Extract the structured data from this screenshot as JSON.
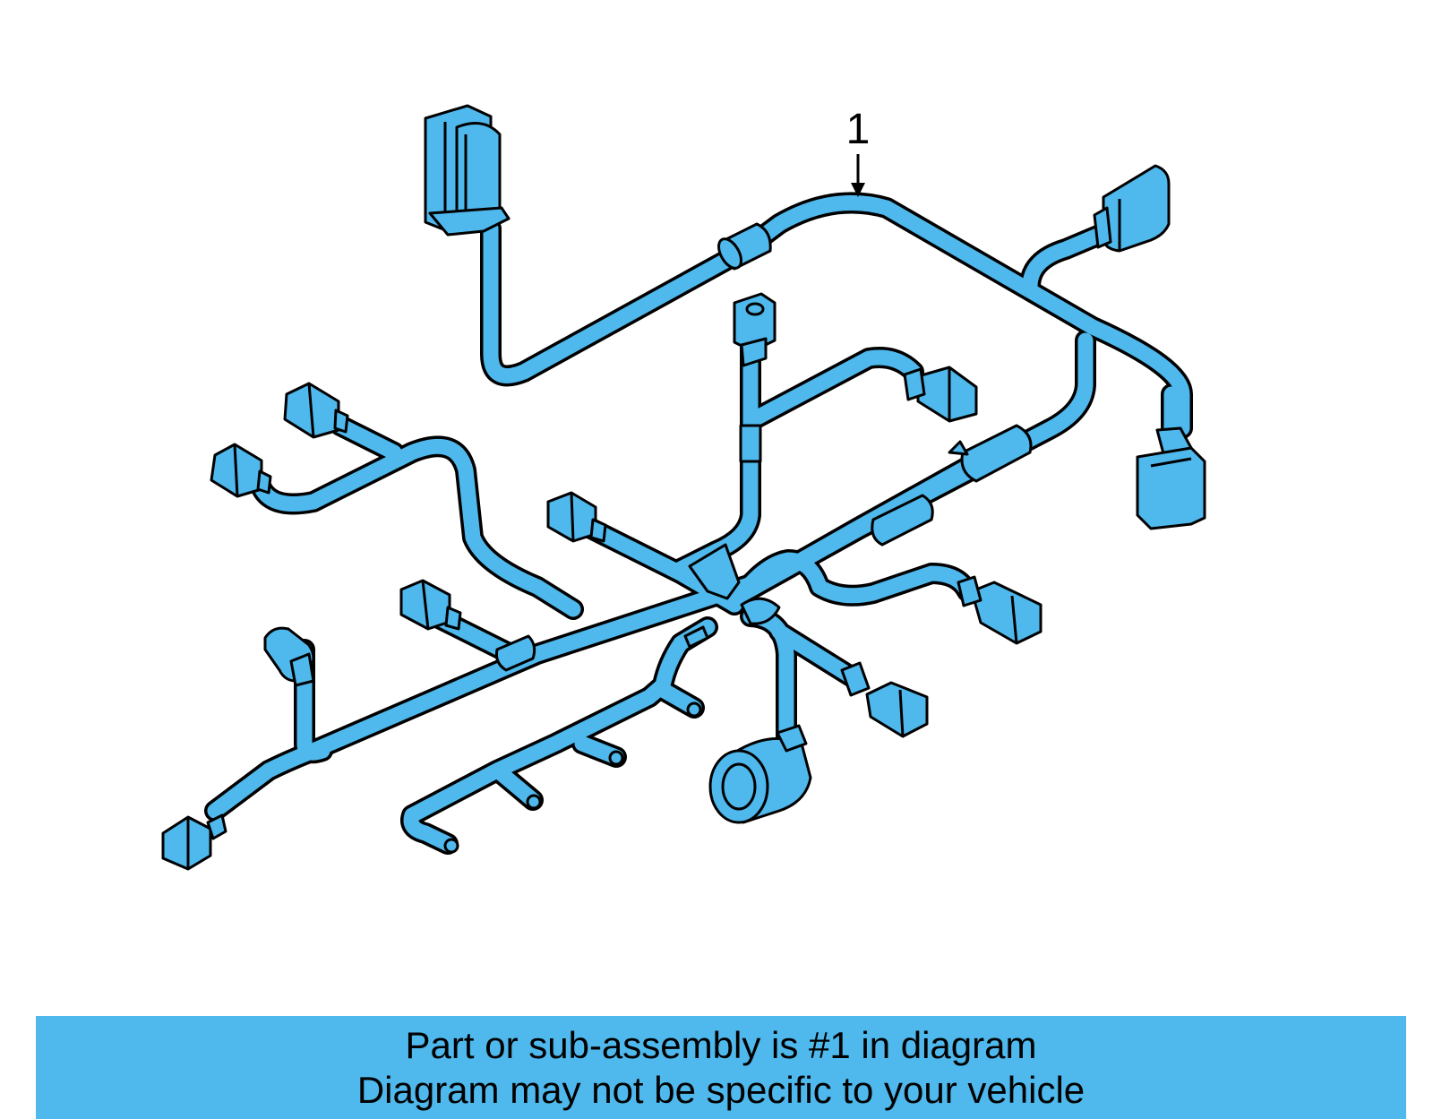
{
  "diagram": {
    "callout_label": "1",
    "fill_color": "#4fb8ec",
    "outline_color": "#000000"
  },
  "banner": {
    "line1": "Part or sub-assembly is #1 in diagram",
    "line2": "Diagram may not be specific to your vehicle",
    "background": "#4fb8ec"
  }
}
